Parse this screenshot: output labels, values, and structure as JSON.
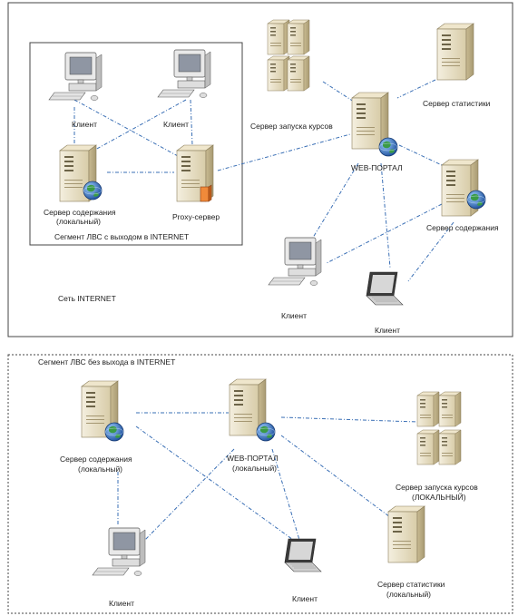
{
  "top_panel": {
    "segment_label": "Сегмент ЛВС с выходом в INTERNET",
    "network_label": "Сеть INTERNET",
    "client_1": "Клиент",
    "client_2": "Клиент",
    "content_server_local": [
      "Сервер содержания",
      "(локальный)"
    ],
    "proxy_server": "Proxy-сервер",
    "launch_server": "Сервер запуска курсов",
    "web_portal": "WEB-ПОРТАЛ",
    "stats_server": "Сервер статистики",
    "content_server": "Сервер содержания",
    "client_3": "Клиент",
    "client_4": "Клиент"
  },
  "bottom_panel": {
    "segment_label": "Сегмент ЛВС без выхода в INTERNET",
    "content_server_local": [
      "Сервер содержания",
      "(локальный)"
    ],
    "web_portal": [
      "WEB-ПОРТАЛ",
      "(локальный)"
    ],
    "launch_server": [
      "Сервер запуска курсов",
      "(ЛОКАЛЬНЫЙ)"
    ],
    "stats_server": [
      "Сервер статистики",
      "(локальный)"
    ],
    "client_1": "Клиент",
    "client_2": "Клиент"
  },
  "colors": {
    "link": "#3a6fb5",
    "server_body": "#e6dcc0",
    "globe": "#2f7a3a"
  }
}
